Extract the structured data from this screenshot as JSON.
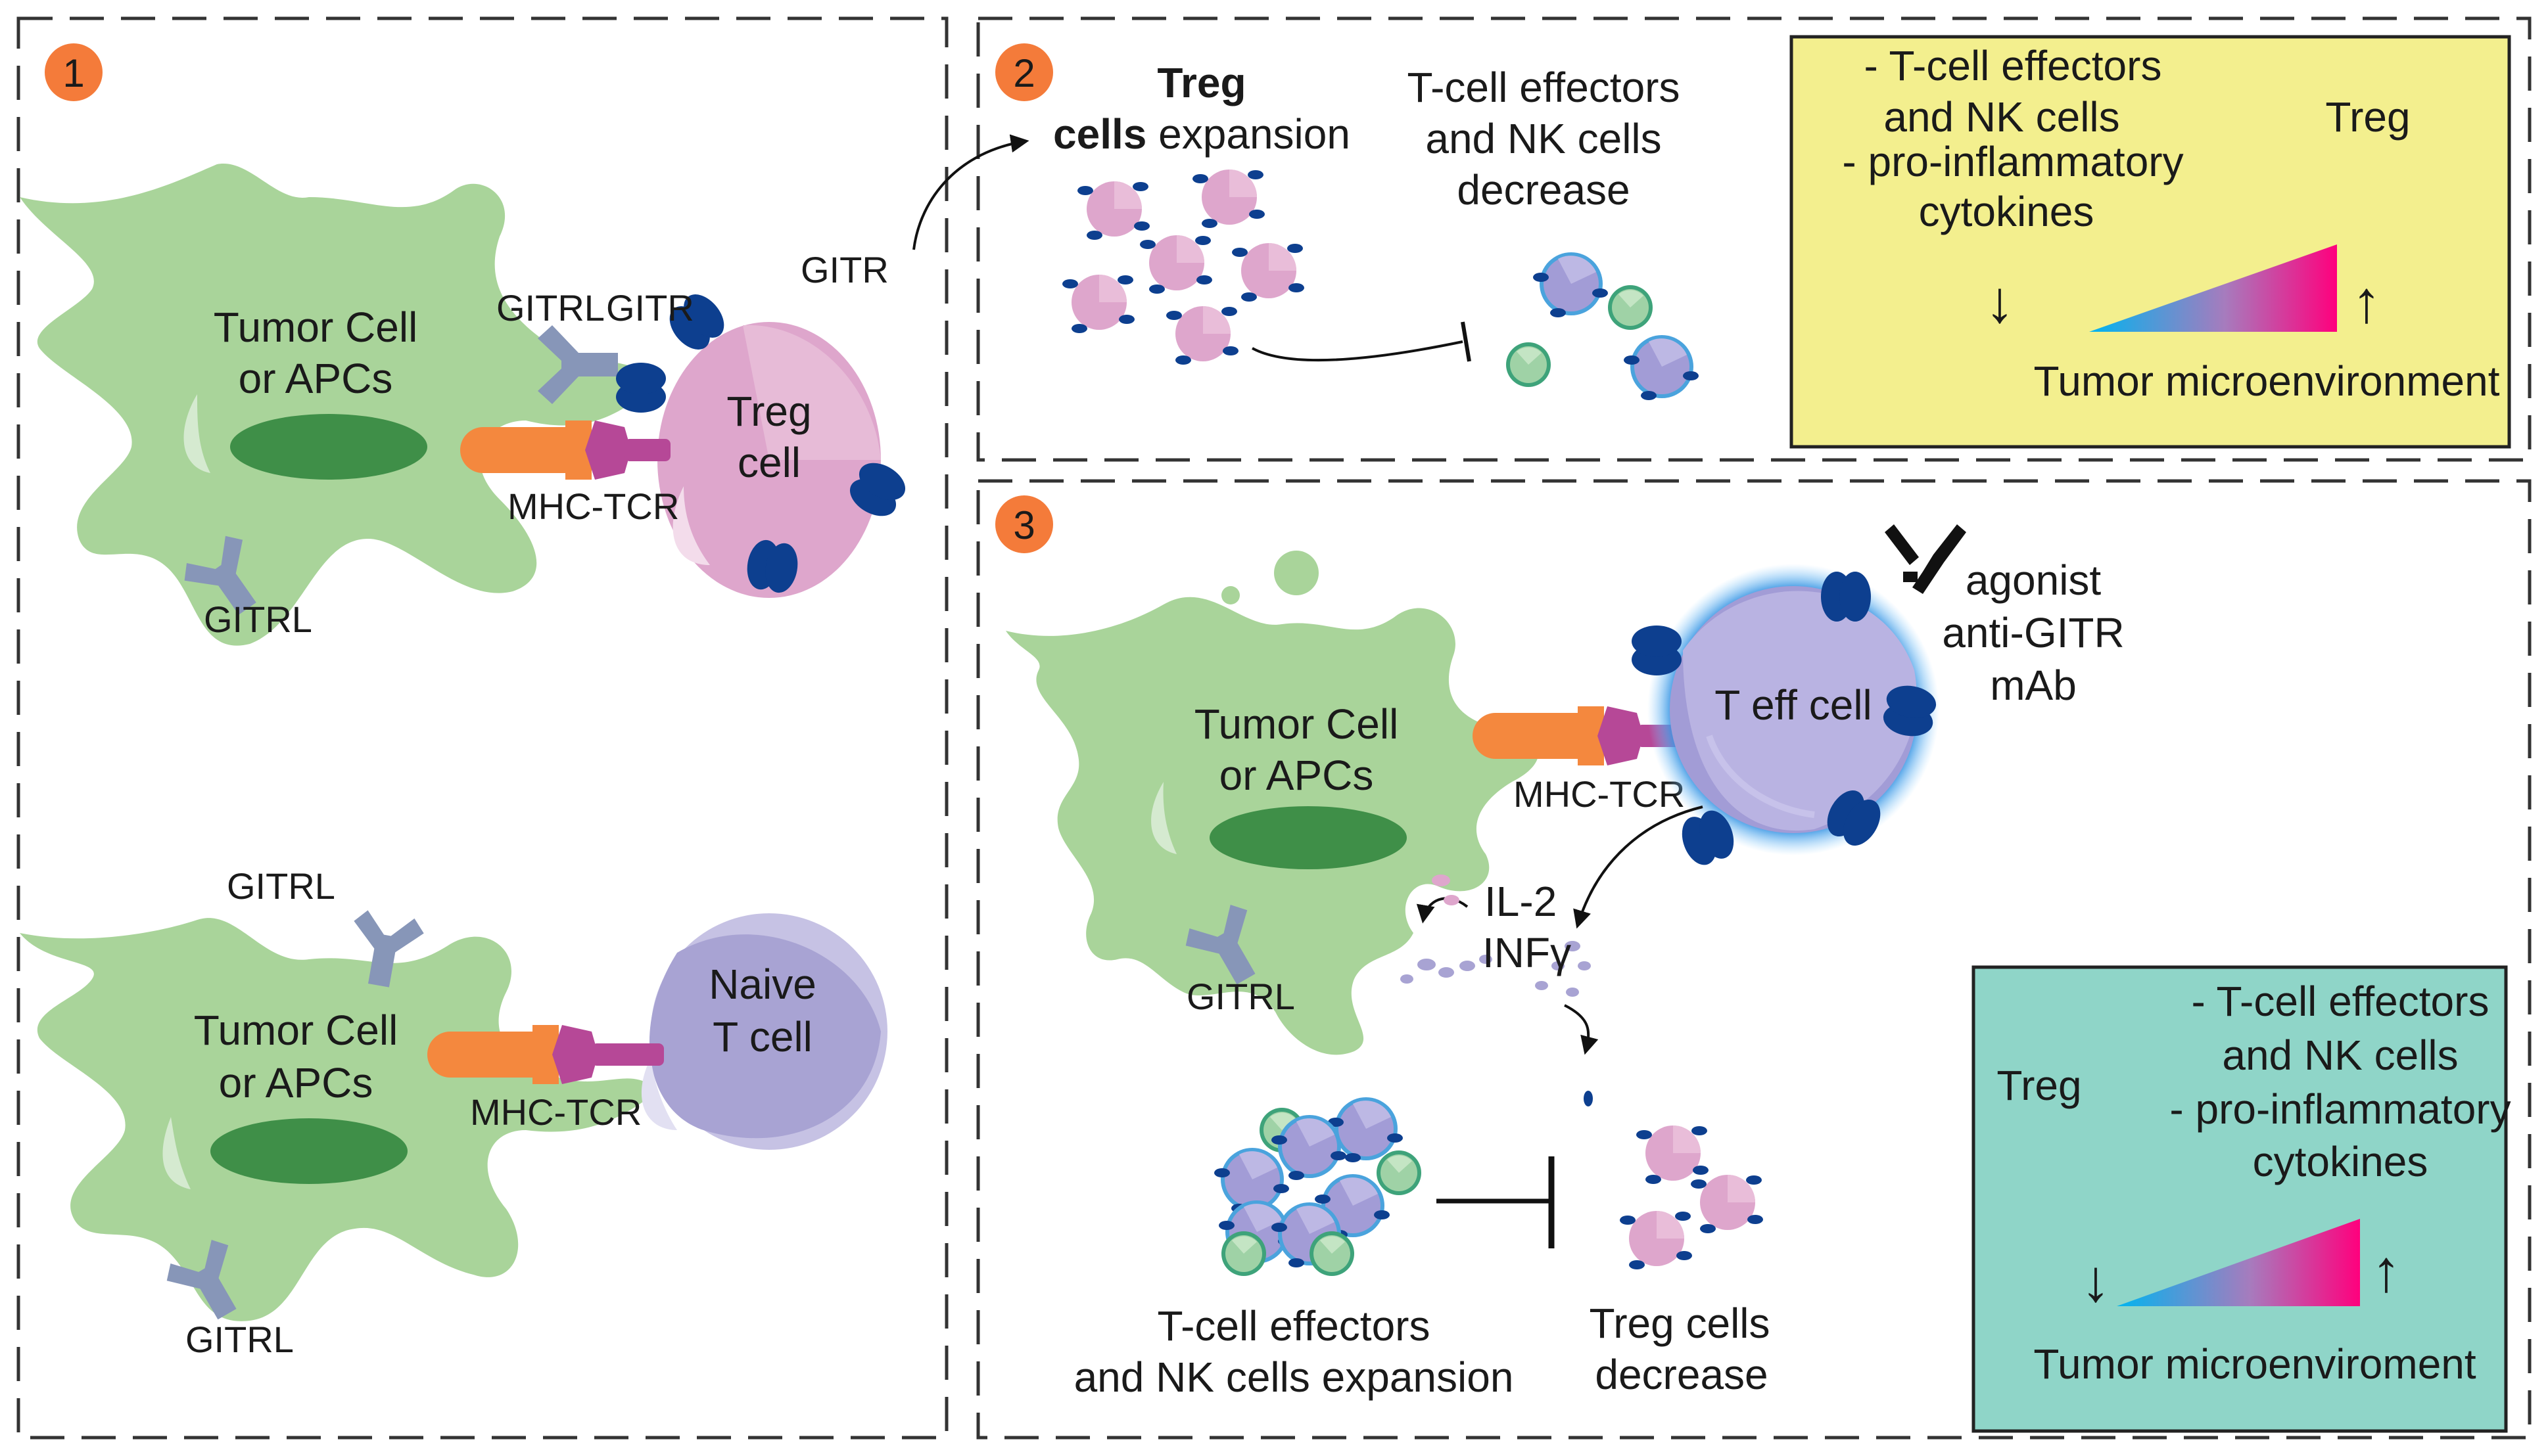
{
  "panel1": {
    "number": "1",
    "top": {
      "cell_label_1": "Tumor Cell",
      "cell_label_2": "or APCs",
      "gitrl_receptor": "GITRL",
      "gitr_receptor": "GITR",
      "gitr_right": "GITR",
      "treg_1": "Treg",
      "treg_2": "cell",
      "mhc_tcr": "MHC-TCR",
      "gitrl_bottom": "GITRL"
    },
    "bottom": {
      "gitrl_top": "GITRL",
      "cell_label_1": "Tumor Cell",
      "cell_label_2": "or APCs",
      "naive_1": "Naive",
      "naive_2": "T cell",
      "mhc_tcr": "MHC-TCR",
      "gitrl_bottom": "GITRL"
    }
  },
  "panel2": {
    "number": "2",
    "treg_expansion_1": "Treg",
    "treg_expansion_2a": "cells",
    "treg_expansion_2b": "expansion",
    "effectors_1": "T-cell effectors",
    "effectors_2": "and NK cells",
    "effectors_3": "decrease",
    "summary_box": {
      "line1": "- T-cell effectors",
      "line2": "and NK cells",
      "line3": "- pro-inflammatory",
      "line4": "cytokines",
      "treg": "Treg",
      "down_arrow": "↓",
      "up_arrow": "↑",
      "caption": "Tumor microenvironment",
      "bg_color": "#f3ef8e"
    }
  },
  "panel3": {
    "number": "3",
    "cell_label_1": "Tumor Cell",
    "cell_label_2": "or APCs",
    "teff": "T eff cell",
    "mhc_tcr": "MHC-TCR",
    "agonist_1": "agonist",
    "agonist_2": "anti-GITR",
    "agonist_3": "mAb",
    "il2": "IL-2",
    "infg": "INFγ",
    "gitrl": "GITRL",
    "effectors_exp_1": "T-cell effectors",
    "effectors_exp_2": "and NK cells expansion",
    "treg_dec_1": "Treg cells",
    "treg_dec_2": "decrease",
    "summary_box": {
      "line1": "- T-cell effectors",
      "line2": "and NK cells",
      "line3": "- pro-inflammatory",
      "line4": "cytokines",
      "treg": "Treg",
      "down_arrow": "↓",
      "up_arrow": "↑",
      "caption": "Tumor microenviroment",
      "bg_color": "#8fd5c8"
    }
  },
  "colors": {
    "tumor_cell": "#a9d49a",
    "nucleus": "#3f8f48",
    "treg_cell": "#dea6cc",
    "naive_cell": "#a8a3d3",
    "teff_cell": "#a29cd6",
    "gitr": "#0d3f8f",
    "gitrl": "#8796b8",
    "mhc": "#f4883e",
    "tcr": "#b64897",
    "nk_cell": "#7ec69b",
    "badge": "#f47b3a",
    "gradient_start": "#00b4ef",
    "gradient_end": "#ff007d"
  }
}
